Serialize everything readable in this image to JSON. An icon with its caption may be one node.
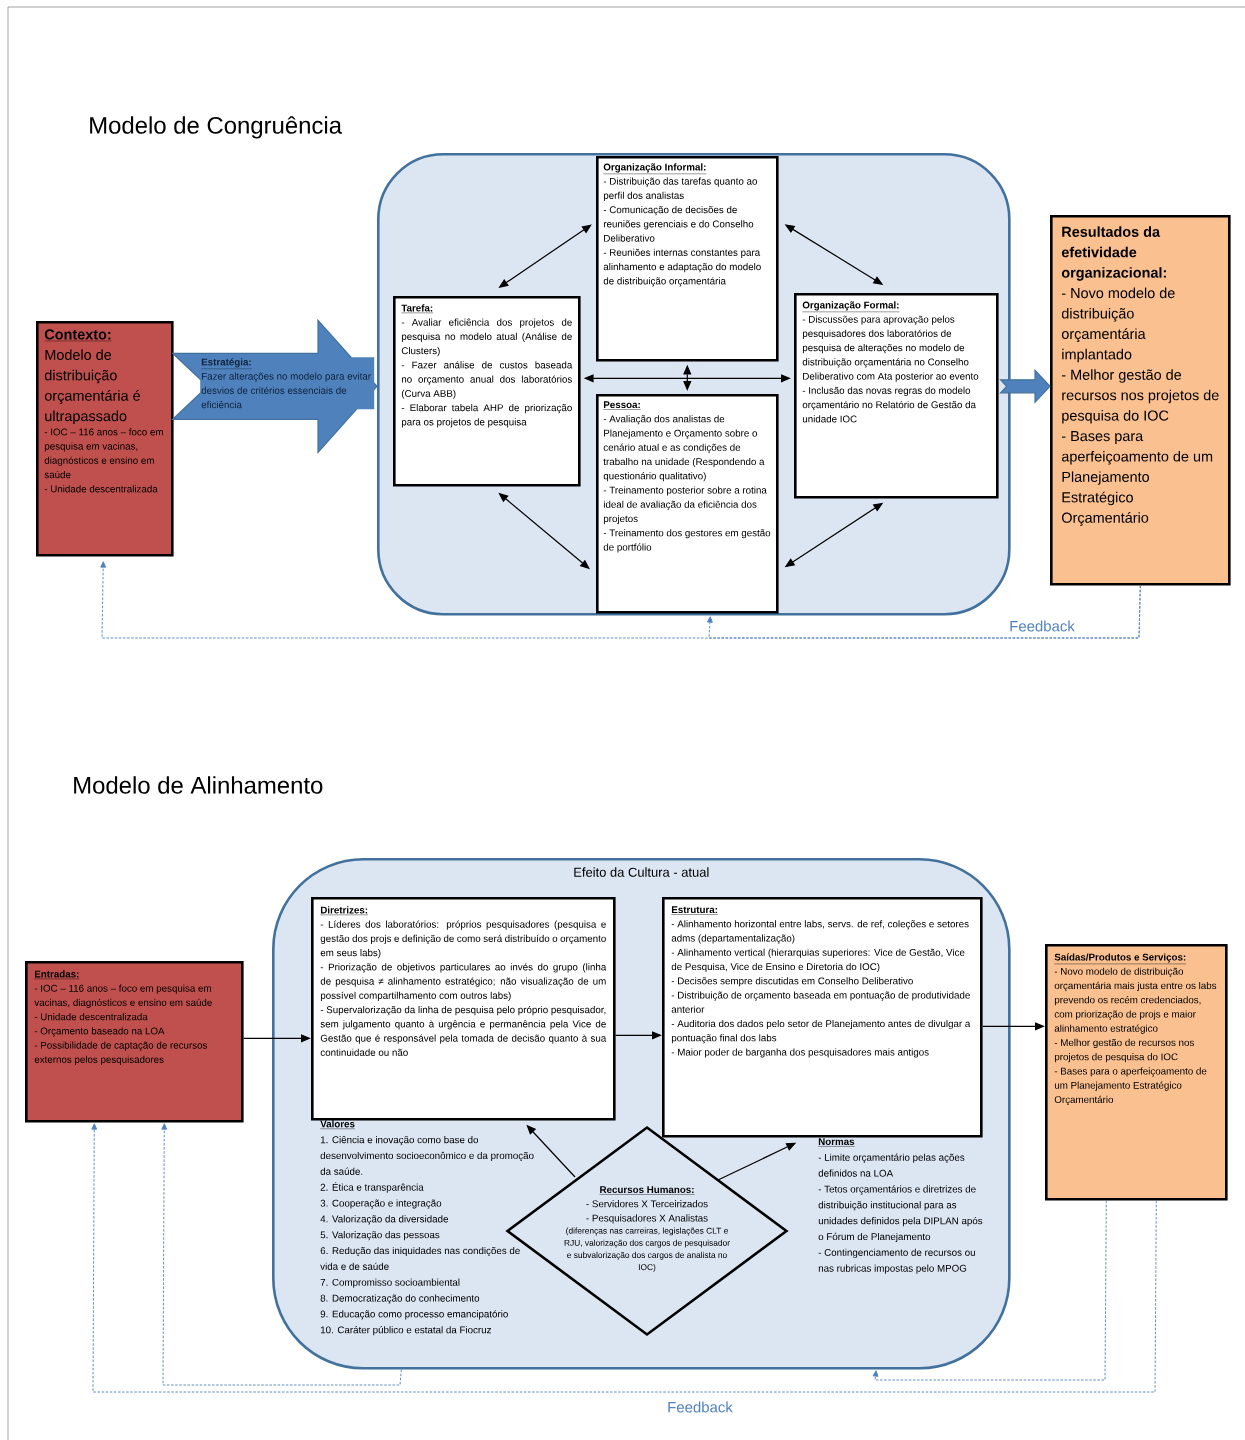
{
  "diagram": {
    "nodes": [
      {
        "text": [
          "Contexto:",
          "Modelo de distribuição orçamentária é ultrapassado",
          "- IOC – 116 anos – foco em pesquisa em vacinas, diagnósticos e ensino em saúde",
          "- Unidade descentralizada"
        ]
      },
      {
        "text": [
          "Estratégia:",
          "Fazer alterações no modelo para evitar desvios de critérios essenciais de eficiência"
        ]
      },
      {
        "text": [],
        "shape": "box"
      },
      {
        "text": [
          "Organização Informal:",
          "- Distribuição das tarefas quanto ao perfil dos analistas",
          "- Comunicação de decisões de reuniões gerenciais e do Conselho Deliberativo",
          "- Reuniões internas constantes para alinhamento e adaptação do modelo de distribuição orçamentária"
        ],
        "in": 2
      },
      {
        "text": [
          "Tarefa:",
          "- Avaliar eficiência dos projetos de pesquisa no modelo atual (Análise de Clusters)",
          "- Fazer análise de custos baseada no orçamento anual dos laboratórios (Curva ABB)",
          "- Elaborar tabela AHP de priorização para os projetos de pesquisa"
        ],
        "in": 2
      },
      {
        "text": [
          "Pessoa:",
          "- Avaliação dos analistas de Planejamento e Orçamento sobre o cenário atual e as condições de trabalho na unidade (Respondendo a questionário qualitativo)",
          "- Treinamento posterior sobre a rotina ideal de avaliação da eficiência dos projetos",
          "- Treinamento dos gestores em gestão de portfólio"
        ],
        "in": 2
      },
      {
        "text": [
          "Organização Formal:",
          "- Discussões para aprovação pelos pesquisadores dos laboratórios de pesquisa de alterações no modelo de distribuição orçamentária no Conselho Deliberativo com Ata posterior ao evento",
          "- Inclusão das novas regras do modelo orçamentário no Relatório de Gestão da unidade IOC"
        ],
        "in": 2
      },
      {
        "text": [
          "Resultados da efetividade organizacional:",
          "- Novo modelo de distribuição orçamentária implantado",
          "- Melhor gestão de recursos nos projetos de pesquisa do IOC",
          "- Bases para aperfeiçoamento de um Planejamento Estratégico Orçamentário"
        ]
      },
      {
        "text": [
          "Entradas:",
          "- IOC – 116 anos – foco em pesquisa em vacinas, diagnósticos e ensino em saúde",
          "- Unidade descentralizada",
          "- Orçamento baseado na LOA",
          "- Possibilidade de captação de recursos externos pelos pesquisadores"
        ]
      },
      {
        "text": [
          "Efeito da Cultura - atual"
        ]
      },
      {
        "text": [
          "Diretrizes:",
          "- Líderes dos laboratórios: próprios pesquisadores (pesquisa e gestão dos projs e definição de como será distribuído o orçamento em seus labs)",
          "- Priorização de objetivos particulares ao invés do grupo (linha de pesquisa ≠ alinhamento estratégico; não visualização de um possível compartilhamento com outros labs)",
          "- Supervalorização da linha de pesquisa pelo próprio pesquisador, sem julgamento quanto à urgência e permanência pela Vice de Gestão que é responsável pela tomada de decisão quanto à sua continuidade ou não"
        ],
        "in": 9
      },
      {
        "text": [
          "Estrutura:",
          "- Alinhamento horizontal entre labs, servs. de ref, coleções e setores adms (departamentalização)",
          "- Alinhamento vertical (hierarquias superiores: Vice de Gestão, Vice de Pesquisa, Vice de Ensino e Diretoria do IOC)",
          "- Decisões sempre discutidas em Conselho Deliberativo",
          "- Distribuição de orçamento baseada em pontuação de produtividade anterior",
          "- Auditoria dos dados pelo setor de Planejamento antes de divulgar a pontuação final dos labs",
          "- Maior poder de barganha dos pesquisadores mais antigos"
        ],
        "in": 9
      },
      {
        "text": [
          "Recursos Humanos:",
          "- Servidores X Terceirizados",
          "- Pesquisadores X Analistas",
          "(diferenças nas carreiras, legislações CLT e RJU, valorização dos cargos de pesquisador e subvalorização dos cargos de analista no IOC)"
        ],
        "in": 9
      },
      {
        "text": [
          "Saídas/Produtos e Serviços:",
          "- Novo modelo de distribuição orçamentária mais justa entre os labs prevendo os recém credenciados, com priorização de projs e maior alinhamento estratégico",
          "- Melhor gestão de recursos nos projetos de pesquisa do IOC",
          "- Bases para o aperfeiçoamento de um Planejamento Estratégico Orçamentário"
        ]
      }
    ],
    "edges": [
      {
        "from": 4,
        "to": 3,
        "arrow": "both"
      },
      {
        "from": 3,
        "to": 6,
        "arrow": "both"
      },
      {
        "from": 4,
        "to": 5,
        "arrow": "both"
      },
      {
        "from": 5,
        "to": 6,
        "arrow": "both"
      },
      {
        "from": 3,
        "to": 5,
        "arrow": "both"
      },
      {
        "from": 4,
        "to": 6,
        "arrow": "both"
      },
      {
        "from": 2,
        "to": 7,
        "arrow": "to",
        "style": "thick",
        "color": "#4f81bd"
      },
      {
        "from": 7,
        "to": 0,
        "arrow": "to",
        "style": "dashed",
        "color": "#4f81bd",
        "label": "Feedback"
      },
      {
        "from": 7,
        "to": 2,
        "arrow": "to",
        "style": "dashed",
        "color": "#4f81bd"
      },
      {
        "from": 8,
        "to": 10,
        "arrow": "to"
      },
      {
        "from": 10,
        "to": 11,
        "arrow": "to"
      },
      {
        "from": 11,
        "to": 13,
        "arrow": "to"
      },
      {
        "from": 12,
        "to": 10,
        "arrow": "to"
      },
      {
        "from": 12,
        "to": 11,
        "arrow": "to"
      },
      {
        "from": 13,
        "to": 8,
        "arrow": "to",
        "style": "dashed",
        "color": "#4f81bd",
        "label": "Feedback"
      },
      {
        "from": 13,
        "to": 9,
        "arrow": "to",
        "style": "dashed",
        "color": "#4f81bd"
      },
      {
        "from": 9,
        "to": 8,
        "arrow": "to",
        "style": "dashed",
        "color": "#4f81bd"
      },
      {
        "from": 0,
        "to": 2,
        "arrow": "to",
        "style": "thick",
        "color": "#4f81bd"
      }
    ],
    "labels": [
      "Modelo de Congruência",
      "Modelo de Alinhamento",
      "Valores",
      "1. Ciência e inovação como base do desenvolvimento socioeconômico e da promoção da saúde.",
      "2. Ética e transparência",
      "3. Cooperação e integração",
      "4. Valorização da diversidade",
      "5. Valorização das pessoas",
      "6. Redução das iniquidades nas condições de vida e de saúde",
      "7. Compromisso socioambiental",
      "8. Democratização do conhecimento",
      "9. Educação como processo emancipatório",
      "10. Caráter público e estatal da Fiocruz",
      "Normas",
      "- Limite orçamentário pelas ações definidos na LOA",
      "- Tetos orçamentários e diretrizes de distribuição institucional para as unidades definidos pela DIPLAN após o Fórum de Planejamento",
      "- Contingenciamento de recursos ou nas rubricas impostas pelo MPOG"
    ]
  }
}
